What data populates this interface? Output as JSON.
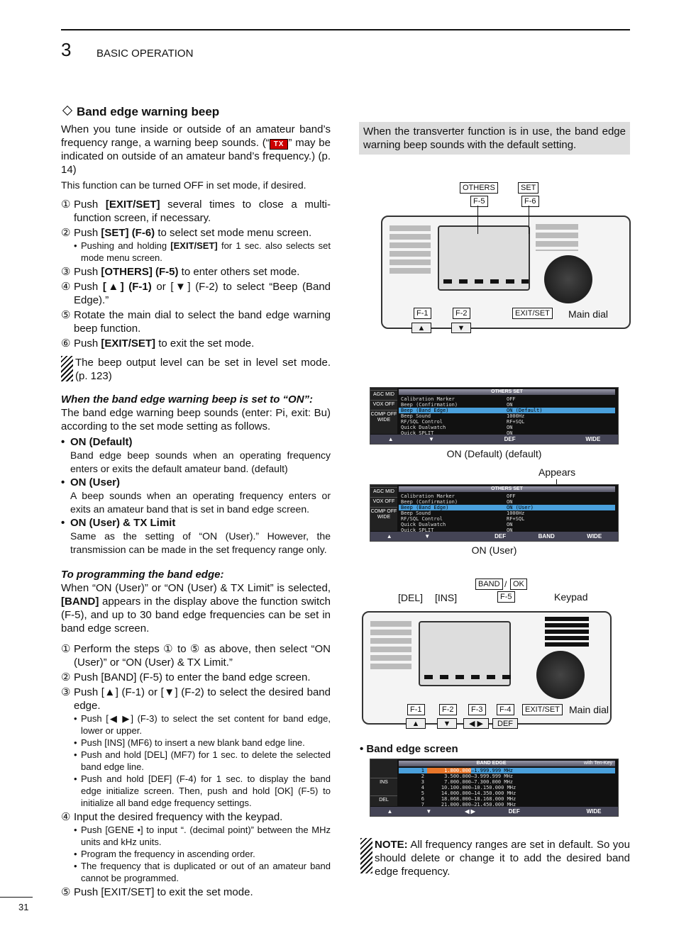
{
  "header": {
    "chapter": "3",
    "title": "BASIC OPERATION"
  },
  "page_number": "31",
  "left": {
    "heading": "Band edge warning beep",
    "intro_1": "When you tune inside or outside of an amateur band’s frequency range, a warning beep sounds. (“",
    "intro_tx": "TX",
    "intro_2": "” may be indicated on outside of an amateur band’s frequency.) (p. 14)",
    "intro_3": "This function can be turned OFF in set mode, if desired.",
    "steps": [
      {
        "n": "①",
        "pre": "Push ",
        "b": "[EXIT/SET]",
        "post": " several times to close a multi-function screen, if necessary."
      },
      {
        "n": "②",
        "pre": "Push ",
        "b": "[SET] (F-6)",
        "post": " to select set mode menu screen."
      },
      {
        "n": "③",
        "pre": "Push ",
        "b": "[OTHERS] (F-5)",
        "post": " to enter others set mode."
      },
      {
        "n": "④",
        "pre": "Push ",
        "b": "[▲] (F-1)",
        "post": " or [▼] (F-2) to select “Beep (Band Edge).”"
      },
      {
        "n": "⑤",
        "pre": "",
        "b": "",
        "post": "Rotate the main dial to select the band edge warning beep function."
      },
      {
        "n": "⑥",
        "pre": "Push ",
        "b": "[EXIT/SET]",
        "post": " to exit the set mode."
      }
    ],
    "step2_sub": {
      "pre": "Pushing and holding ",
      "b": "[EXIT/SET]",
      "post": " for 1 sec. also selects set mode menu screen."
    },
    "note1": "The beep output level can be set in level set mode. (p. 123)",
    "on_heading": "When the band edge warning beep is set to “ON”:",
    "on_text": "The band edge warning beep sounds (enter: Pi, exit: Bu) according to the set mode setting as follows.",
    "bullets": [
      {
        "t": "ON (Default)",
        "d": "Band edge beep sounds when an operating frequency enters or exits the default amateur band. (default)"
      },
      {
        "t": "ON (User)",
        "d": "A beep sounds when an operating frequency enters or exits an amateur band that is set in band edge screen."
      },
      {
        "t": "ON (User) & TX Limit",
        "d": "Same as the setting of “ON (User).” However, the transmission can be made in the set frequency range only."
      }
    ],
    "prog_heading": "To programming the band edge:",
    "prog_1": "When “ON (User)” or “ON (User) & TX Limit” is selected, ",
    "prog_b": "[BAND]",
    "prog_2": " appears in the display above the function switch (F-5), and up to 30 band edge frequencies can be set in band edge screen.",
    "psteps": [
      {
        "n": "①",
        "t": "Perform the steps ① to ⑤ as above, then select “ON (User)” or “ON (User) & TX Limit.”"
      },
      {
        "n": "②",
        "t": "Push [BAND] (F-5) to enter the band edge screen."
      },
      {
        "n": "③",
        "t": "Push [▲] (F-1) or [▼] (F-2) to select the desired band edge."
      },
      {
        "n": "④",
        "t": "Input the desired frequency with the keypad."
      },
      {
        "n": "⑤",
        "t": "Push [EXIT/SET] to exit the set mode."
      }
    ],
    "psub3": [
      "Push [◀ ▶] (F-3) to select the set content for band edge, lower or upper.",
      "Push [INS] (MF6) to insert a new blank band edge line.",
      "Push and hold [DEL] (MF7) for 1 sec. to delete the selected band edge line.",
      "Push and hold [DEF] (F-4) for 1 sec. to display the band edge initialize screen. Then, push and hold [OK] (F-5) to initialize all band edge frequency settings."
    ],
    "psub4": [
      "Push [GENE •] to input “. (decimal point)” between the MHz units and kHz units.",
      "Program the frequency in ascending order.",
      "The frequency that is duplicated or out of an amateur band cannot be programmed."
    ]
  },
  "right": {
    "info": "When the transverter function is in use, the band edge warning beep sounds with the default setting.",
    "fig1": {
      "others": "OTHERS",
      "set": "SET",
      "f5": "F-5",
      "f6": "F-6",
      "f1": "F-1",
      "f2": "F-2",
      "exitset": "EXIT/SET",
      "maindial": "Main dial",
      "up": "▲",
      "down": "▼"
    },
    "menu": {
      "title": "OTHERS SET",
      "side": [
        "AGC MID",
        "VOX OFF",
        "COMP OFF WIDE"
      ],
      "rows": [
        [
          "Calibration Marker",
          "OFF"
        ],
        [
          "Beep (Confirmation)",
          "ON"
        ],
        [
          "Beep (Band Edge)",
          "ON (Default)"
        ],
        [
          "Beep Sound",
          "1000Hz"
        ],
        [
          "RF/SQL Control",
          "RF+SQL"
        ],
        [
          "Quick Dualwatch",
          "ON"
        ],
        [
          "Quick SPLIT",
          "ON"
        ]
      ],
      "rows_user_value": "ON (User)",
      "foot": [
        "▲",
        "▼",
        "",
        "DEF",
        "",
        "WIDE"
      ],
      "foot_user": [
        "▲",
        "▼",
        "",
        "DEF",
        "BAND",
        "WIDE"
      ]
    },
    "cap_default": "ON (Default) (default)",
    "appears": "Appears",
    "cap_user": "ON (User)",
    "fig2": {
      "band": "BAND",
      "slash": "/",
      "ok": "OK",
      "del": "[DEL]",
      "ins": "[INS]",
      "f5": "F-5",
      "keypad": "Keypad",
      "f1": "F-1",
      "f2": "F-2",
      "f3": "F-3",
      "f4": "F-4",
      "exitset": "EXIT/SET",
      "maindial": "Main dial",
      "up": "▲",
      "down": "▼",
      "lr": "◀ ▶",
      "def": "DEF"
    },
    "band_screen_label": "• Band edge screen",
    "band": {
      "title": "BAND EDGE",
      "subtitle": "with Ten-Key",
      "side": [
        "INS",
        "DEL"
      ],
      "rows": [
        [
          "1",
          "1.800.000",
          "1.999.999 MHz"
        ],
        [
          "2",
          "3.500.000",
          "3.999.999 MHz"
        ],
        [
          "3",
          "7.000.000",
          "7.300.000 MHz"
        ],
        [
          "4",
          "10.100.000",
          "10.150.000 MHz"
        ],
        [
          "5",
          "14.000.000",
          "14.350.000 MHz"
        ],
        [
          "6",
          "18.068.000",
          "18.168.000 MHz"
        ],
        [
          "7",
          "21.000.000",
          "21.450.000 MHz"
        ]
      ],
      "foot": [
        "▲",
        "▼",
        "◀ ▶",
        "DEF",
        "",
        "WIDE"
      ]
    },
    "note_b": "NOTE:",
    "note_t": " All frequency ranges are set in default. So you should delete or change it to add the desired band edge frequency."
  }
}
